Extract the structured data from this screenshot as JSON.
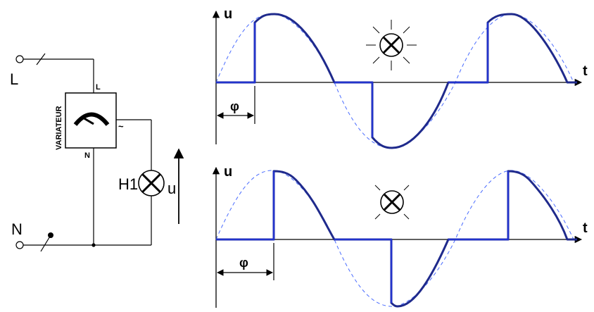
{
  "circuit": {
    "terminal_L": "L",
    "terminal_N": "N",
    "box_title": "VARIATEUR",
    "pin_L": "L",
    "pin_N": "N",
    "pin_out": "~",
    "lamp_label": "H1",
    "voltage_label": "u"
  },
  "graphs": [
    {
      "y_axis_label": "u",
      "x_axis_label": "t",
      "phase_label": "φ",
      "lamp_state": "bright"
    },
    {
      "y_axis_label": "u",
      "x_axis_label": "t",
      "phase_label": "φ",
      "lamp_state": "dim"
    }
  ],
  "colors": {
    "wave": "#1f2a8c",
    "step": "#2233cc",
    "ghost": "#4a6cff"
  }
}
